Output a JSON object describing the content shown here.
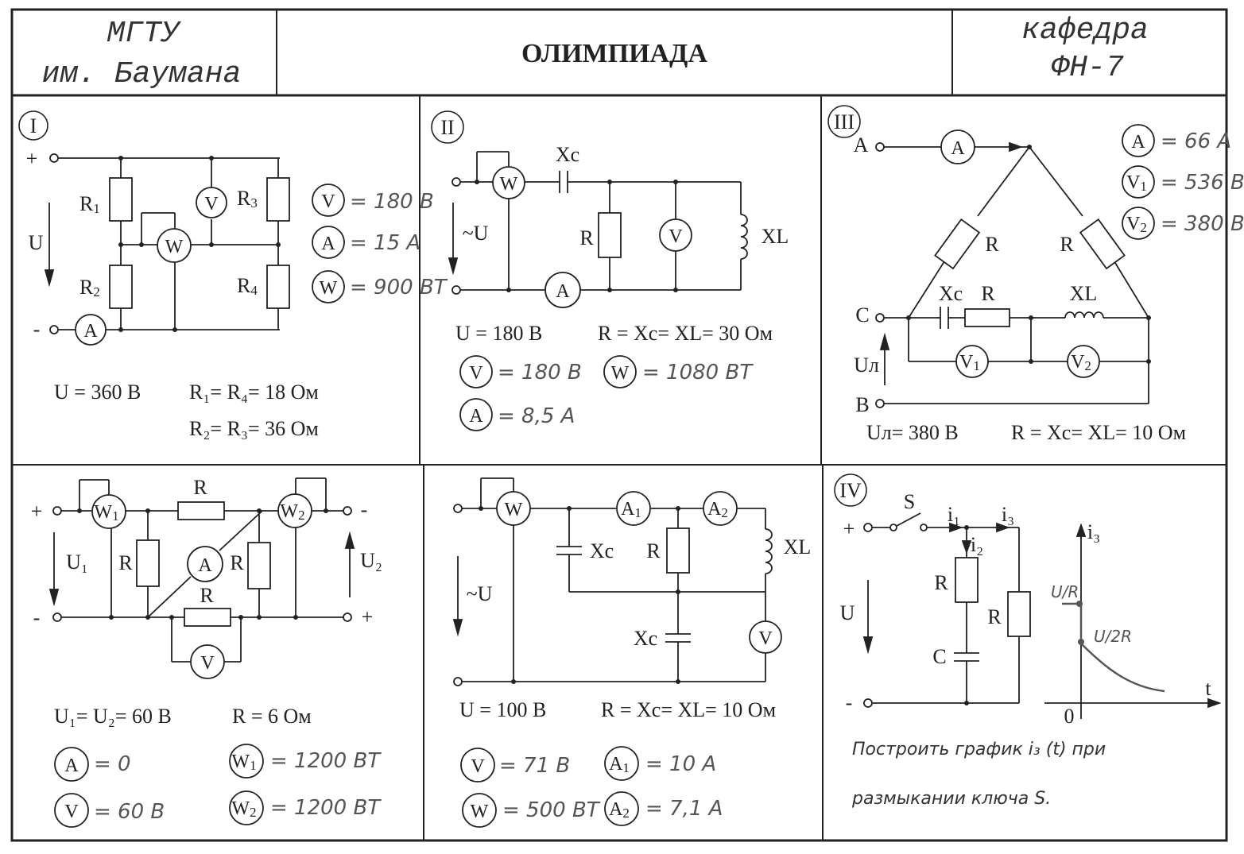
{
  "header": {
    "left_line1": "МГТУ",
    "left_line2": "им. Баумана",
    "title": "ОЛИМПИАДА",
    "right_line1": "кафедра",
    "right_line2": "ФН-7"
  },
  "p1": {
    "num": "I",
    "plus": "+",
    "minus": "-",
    "u": "U",
    "r1": "R",
    "r1s": "1",
    "r2": "R",
    "r2s": "2",
    "r3": "R",
    "r3s": "3",
    "r4": "R",
    "r4s": "4",
    "m_v": "V",
    "m_w": "W",
    "m_a": "A",
    "ans_v": "= 180 B",
    "ans_a": "= 15 A",
    "ans_w": "= 900 BT",
    "given1": "U = 360 В",
    "given2": "R₁= R₄= 18 Ом",
    "given3": "R₂= R₃= 36 Ом"
  },
  "p2": {
    "num": "II",
    "u": "~U",
    "xc": "Xc",
    "r": "R",
    "xl": "XL",
    "m_w": "W",
    "m_v": "V",
    "m_a": "A",
    "given1": "U = 180 В",
    "given2": "R = Xc= XL= 30 Ом",
    "ans_v": "= 180 B",
    "ans_w": "= 1080 BT",
    "ans_a": "= 8,5 A"
  },
  "p3": {
    "num": "III",
    "a": "A",
    "c": "C",
    "b": "B",
    "r_left": "R",
    "r_right": "R",
    "xc": "Xc",
    "r_mid": "R",
    "xl": "XL",
    "ul": "Uл",
    "m_a": "A",
    "m_v1": "V",
    "m_v1s": "1",
    "m_v2": "V",
    "m_v2s": "2",
    "ans_a": "= 66 A",
    "ans_v1": "= 536 B",
    "ans_v2": "= 380 B",
    "given1": "Uл= 380 В",
    "given2": "R = Xc= XL= 10 Ом"
  },
  "p4": {
    "plus": "+",
    "minus": "-",
    "plus2": "+",
    "minus2": "-",
    "u1": "U₁",
    "u2": "U₂",
    "r": "R",
    "m_w1": "W",
    "m_w1s": "1",
    "m_w2": "W",
    "m_w2s": "2",
    "m_a": "A",
    "m_v": "V",
    "given1": "U₁= U₂= 60 В",
    "given2": "R = 6 Ом",
    "ans_a": "= 0",
    "ans_w1": "= 1200 BT",
    "ans_v": "= 60 B",
    "ans_w2": "= 1200 BT"
  },
  "p5": {
    "u": "~U",
    "xc1": "Xc",
    "xc2": "Xc",
    "r": "R",
    "xl": "XL",
    "m_w": "W",
    "m_a1": "A",
    "m_a1s": "1",
    "m_a2": "A",
    "m_a2s": "2",
    "m_v": "V",
    "given1": "U = 100 В",
    "given2": "R = Xc= XL= 10 Ом",
    "ans_v": "= 71 B",
    "ans_a1": "= 10 A",
    "ans_w": "= 500 BT",
    "ans_a2": "= 7,1 A"
  },
  "p6": {
    "num": "IV",
    "plus": "+",
    "minus": "-",
    "s": "S",
    "i1": "i₁",
    "i2": "i₂",
    "i3": "i₃",
    "u": "U",
    "r1": "R",
    "r2": "R",
    "c": "C",
    "axis_i": "i₃",
    "axis_t": "t",
    "zero": "0",
    "note1": "U/R",
    "note2": "U/2R",
    "task1": "Построить график  i₃ (t)  при",
    "task2": "размыкании ключа  S."
  }
}
